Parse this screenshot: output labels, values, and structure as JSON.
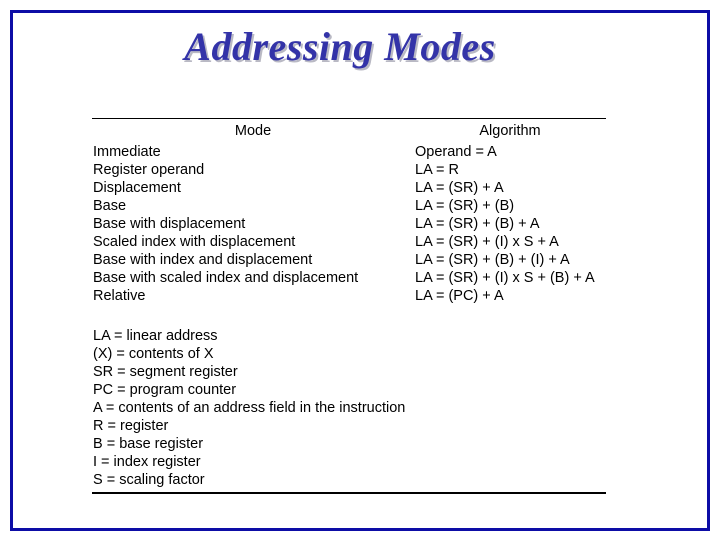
{
  "slide": {
    "title": "Addressing Modes",
    "title_color": "#3333a8",
    "border_color": "#0d0da6",
    "background_color": "#ffffff"
  },
  "table": {
    "headers": {
      "mode": "Mode",
      "algorithm": "Algorithm"
    },
    "rows": [
      {
        "mode": "Immediate",
        "algorithm": "Operand = A"
      },
      {
        "mode": "Register operand",
        "algorithm": "LA = R"
      },
      {
        "mode": "Displacement",
        "algorithm": "LA = (SR) + A"
      },
      {
        "mode": "Base",
        "algorithm": "LA = (SR) + (B)"
      },
      {
        "mode": "Base with displacement",
        "algorithm": "LA = (SR) + (B) + A"
      },
      {
        "mode": "Scaled index with displacement",
        "algorithm": "LA = (SR) + (I) x S + A"
      },
      {
        "mode": "Base with index and displacement",
        "algorithm": "LA = (SR) + (B) + (I) + A"
      },
      {
        "mode": "Base with scaled index and displacement",
        "algorithm": "LA = (SR) + (I) x S + (B) + A"
      },
      {
        "mode": "Relative",
        "algorithm": "LA = (PC) + A"
      }
    ]
  },
  "legend": {
    "lines": [
      "LA = linear address",
      "(X) = contents of X",
      "SR = segment register",
      "PC = program counter",
      "A = contents of an address field in the instruction",
      "R = register",
      "B = base register",
      "I = index register",
      "S = scaling factor"
    ]
  }
}
